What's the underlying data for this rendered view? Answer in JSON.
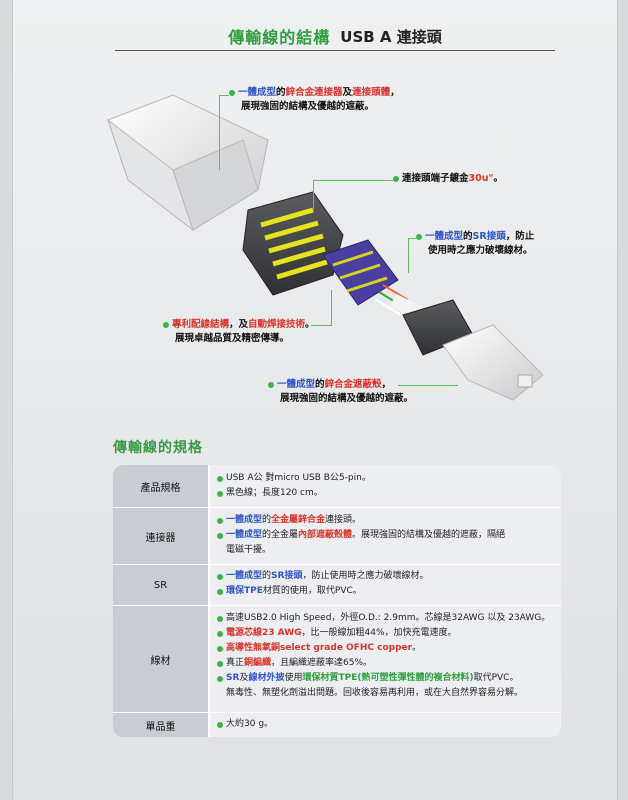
{
  "header": {
    "title_green": "傳輸線的結構",
    "title_dark": "USB A  連接頭"
  },
  "annotations": {
    "a1_pre": "一體成型",
    "a1_mid": "的",
    "a1_red": "鋅合金連接器",
    "a1_and": "及",
    "a1_red2": "連接頭體",
    "a1_end": "，",
    "a1_line2": "展現強固的結構及優越的遮蔽。",
    "a2_pre": "連接頭端子鍍金",
    "a2_red": "30u\"",
    "a2_end": "。",
    "a3_pre": "一體成型",
    "a3_mid": "的",
    "a3_blue": "SR接頭",
    "a3_end": "，防止",
    "a3_line2": "使用時之應力破壞線材。",
    "a4_red": "專利配線結構",
    "a4_mid": "，及",
    "a4_red2": "自動焊接技術",
    "a4_end": "。",
    "a4_line2": "展現卓越品質及精密傳導。",
    "a5_pre": "一體成型",
    "a5_mid": "的",
    "a5_red": "鋅合金遮蔽殼",
    "a5_end": "，",
    "a5_line2": "展現強固的結構及優越的遮蔽。"
  },
  "spec": {
    "title": "傳輸線的規格",
    "rows": {
      "r1": {
        "label": "產品規格",
        "l1": "USB A公 對micro USB B公5-pin。",
        "l2": "黑色線；長度120 cm。"
      },
      "r2": {
        "label": "連接器",
        "l1a": "一體成型",
        "l1b": "的",
        "l1c": "全金屬鋅合金",
        "l1d": "連接頭。",
        "l2a": "一體成型",
        "l2b": "的全金屬",
        "l2c": "內部遮蔽殼體",
        "l2d": "。展現強固的結構及優越的遮蔽，隔絕",
        "l2e": "電磁干擾。"
      },
      "r3": {
        "label": "SR",
        "l1a": "一體成型",
        "l1b": "的",
        "l1c": "SR接頭",
        "l1d": "，防止使用時之應力破壞線材。",
        "l2a": "環保TPE",
        "l2b": "材質的使用，取代PVC。"
      },
      "r4": {
        "label": "線材",
        "l1": "高速USB2.0 High Speed，外徑O.D.: 2.9mm。芯線是32AWG 以及 23AWG。",
        "l2a": "電源芯線23 AWG",
        "l2b": "，比一般線加粗44%，加快充電速度。",
        "l3a": "高導性無氧銅select grade OFHC copper",
        "l3b": "。",
        "l4a": "真正",
        "l4b": "銅編織",
        "l4c": "，且編織遮蔽率達65%。",
        "l5a": "SR",
        "l5b": "及",
        "l5c": "線材外披",
        "l5d": "使用",
        "l5e": "環保材質TPE",
        "l5f": "(熱可塑性彈性體的複合材料)",
        "l5g": "取代PVC。",
        "l6": "無毒性、無塑化劑溢出問題。回收後容易再利用，或在大自然界容易分解。"
      },
      "r5": {
        "label": "單品重",
        "l1": "大約30 g。"
      }
    }
  },
  "colors": {
    "green": "#3db34a",
    "red": "#d9342b",
    "blue": "#2f55c9",
    "label_bg": "#c9ccd3"
  }
}
